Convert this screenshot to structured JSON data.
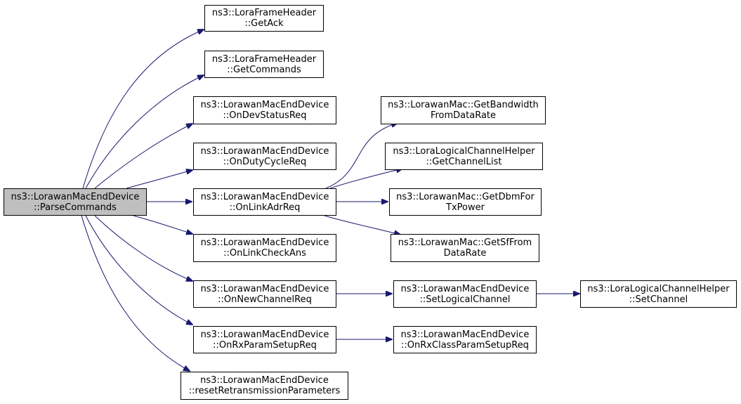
{
  "colors": {
    "edge": "#191970",
    "root_fill": "#bfbfbf",
    "node_fill": "#ffffff",
    "border": "#000000"
  },
  "nodes": {
    "parse_commands": {
      "line1": "ns3::LorawanMacEndDevice",
      "line2": "::ParseCommands"
    },
    "get_ack": {
      "line1": "ns3::LoraFrameHeader",
      "line2": "::GetAck"
    },
    "get_commands": {
      "line1": "ns3::LoraFrameHeader",
      "line2": "::GetCommands"
    },
    "on_dev_status_req": {
      "line1": "ns3::LorawanMacEndDevice",
      "line2": "::OnDevStatusReq"
    },
    "on_duty_cycle_req": {
      "line1": "ns3::LorawanMacEndDevice",
      "line2": "::OnDutyCycleReq"
    },
    "on_link_adr_req": {
      "line1": "ns3::LorawanMacEndDevice",
      "line2": "::OnLinkAdrReq"
    },
    "on_link_check_ans": {
      "line1": "ns3::LorawanMacEndDevice",
      "line2": "::OnLinkCheckAns"
    },
    "on_new_channel_req": {
      "line1": "ns3::LorawanMacEndDevice",
      "line2": "::OnNewChannelReq"
    },
    "on_rx_param_setup_req": {
      "line1": "ns3::LorawanMacEndDevice",
      "line2": "::OnRxParamSetupReq"
    },
    "reset_retransmission": {
      "line1": "ns3::LorawanMacEndDevice",
      "line2": "::resetRetransmissionParameters"
    },
    "get_bandwidth": {
      "line1": "ns3::LorawanMac::GetBandwidth",
      "line2": "FromDataRate"
    },
    "get_channel_list": {
      "line1": "ns3::LoraLogicalChannelHelper",
      "line2": "::GetChannelList"
    },
    "get_dbm_for_tx_power": {
      "line1": "ns3::LorawanMac::GetDbmFor",
      "line2": "TxPower"
    },
    "get_sf_from_data_rate": {
      "line1": "ns3::LorawanMac::GetSfFrom",
      "line2": "DataRate"
    },
    "set_logical_channel": {
      "line1": "ns3::LorawanMacEndDevice",
      "line2": "::SetLogicalChannel"
    },
    "on_rx_class_param_setup_req": {
      "line1": "ns3::LorawanMacEndDevice",
      "line2": "::OnRxClassParamSetupReq"
    },
    "set_channel": {
      "line1": "ns3::LoraLogicalChannelHelper",
      "line2": "::SetChannel"
    }
  },
  "edges": [
    {
      "from": "parse_commands",
      "to": "get_ack"
    },
    {
      "from": "parse_commands",
      "to": "get_commands"
    },
    {
      "from": "parse_commands",
      "to": "on_dev_status_req"
    },
    {
      "from": "parse_commands",
      "to": "on_duty_cycle_req"
    },
    {
      "from": "parse_commands",
      "to": "on_link_adr_req"
    },
    {
      "from": "parse_commands",
      "to": "on_link_check_ans"
    },
    {
      "from": "parse_commands",
      "to": "on_new_channel_req"
    },
    {
      "from": "parse_commands",
      "to": "on_rx_param_setup_req"
    },
    {
      "from": "parse_commands",
      "to": "reset_retransmission"
    },
    {
      "from": "on_link_adr_req",
      "to": "get_bandwidth"
    },
    {
      "from": "on_link_adr_req",
      "to": "get_channel_list"
    },
    {
      "from": "on_link_adr_req",
      "to": "get_dbm_for_tx_power"
    },
    {
      "from": "on_link_adr_req",
      "to": "get_sf_from_data_rate"
    },
    {
      "from": "on_new_channel_req",
      "to": "set_logical_channel"
    },
    {
      "from": "set_logical_channel",
      "to": "set_channel"
    },
    {
      "from": "on_rx_param_setup_req",
      "to": "on_rx_class_param_setup_req"
    }
  ]
}
